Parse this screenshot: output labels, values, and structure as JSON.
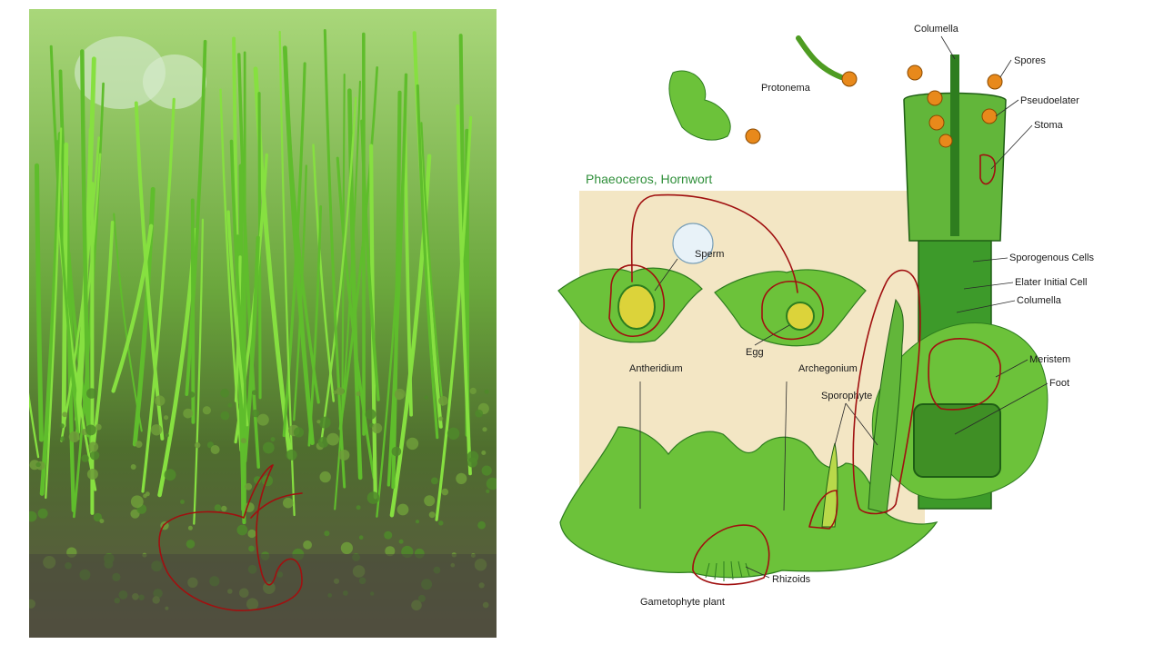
{
  "diagram": {
    "title": "Phaeoceros, Hornwort",
    "labels": {
      "columella_top": "Columella",
      "spores": "Spores",
      "protonema": "Protonema",
      "pseudoelater": "Pseudoelater",
      "stoma": "Stoma",
      "sperm": "Sperm",
      "sporogenous_cells": "Sporogenous Cells",
      "elater_initial_cell": "Elater Initial Cell",
      "columella_mid": "Columella",
      "egg": "Egg",
      "antheridium": "Antheridium",
      "archegonium": "Archegonium",
      "meristem": "Meristem",
      "foot": "Foot",
      "sporophyte": "Sporophyte",
      "rhizoids": "Rhizoids",
      "gametophyte_plant": "Gametophyte plant"
    }
  },
  "colors": {
    "leaf_green": "#6cc23a",
    "dark_green": "#2e7d1f",
    "panel_beige": "#f3e6c4",
    "title_green": "#2f8f3a",
    "spore_orange": "#e8891b",
    "annotation_red": "#a01010"
  }
}
